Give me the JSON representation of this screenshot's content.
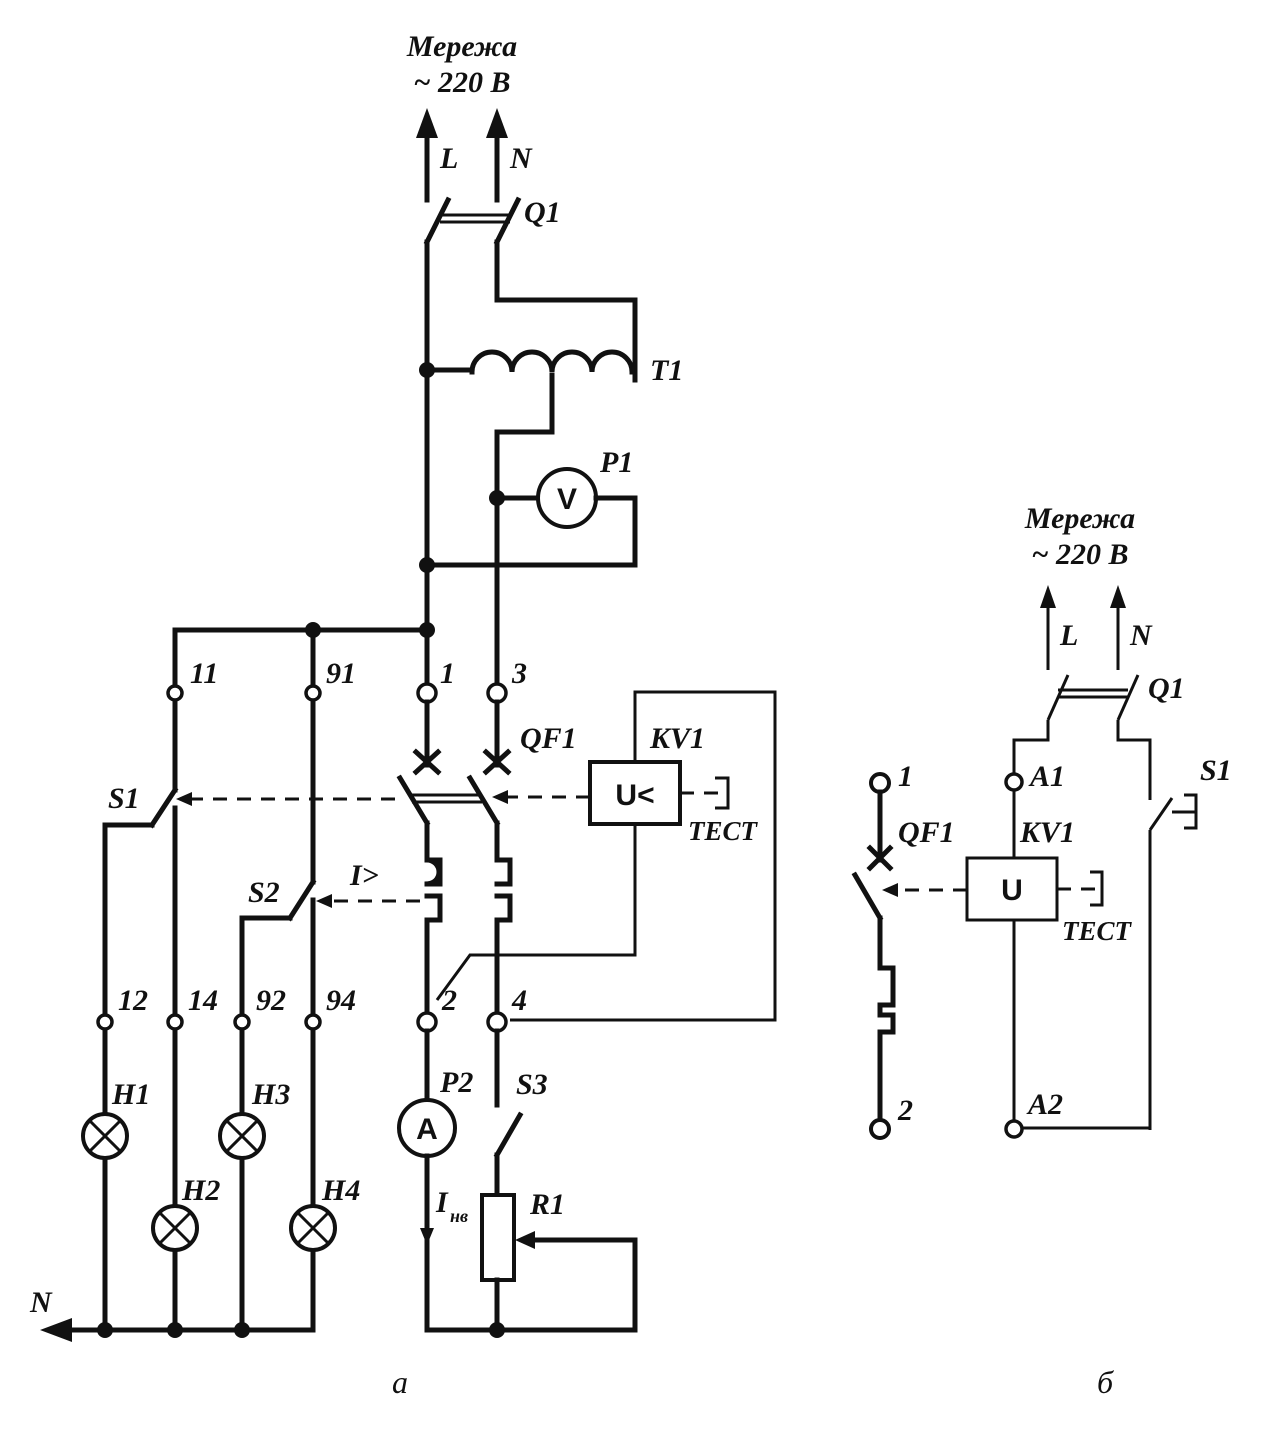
{
  "diagram_a": {
    "network_label_1": "Мережа",
    "network_label_2": "~ 220 В",
    "line_L": "L",
    "line_N": "N",
    "switch_q1": "Q1",
    "transformer_t1": "T1",
    "voltmeter_p1": "P1",
    "voltmeter_symbol": "V",
    "breaker_qf1": "QF1",
    "relay_kv1": "KV1",
    "relay_symbol": "U<",
    "test_label": "ТЕСТ",
    "aux_contact_s1": "S1",
    "aux_contact_s2": "S2",
    "overcurrent": "I>",
    "terminal_1": "1",
    "terminal_2": "2",
    "terminal_3": "3",
    "terminal_4": "4",
    "terminal_11": "11",
    "terminal_12": "12",
    "terminal_14": "14",
    "terminal_91": "91",
    "terminal_92": "92",
    "terminal_94": "94",
    "lamp_h1": "H1",
    "lamp_h2": "H2",
    "lamp_h3": "H3",
    "lamp_h4": "H4",
    "ammeter_p2": "P2",
    "ammeter_symbol": "A",
    "switch_s3": "S3",
    "resistor_r1": "R1",
    "current_i": "I",
    "current_sub": "нв",
    "neutral_n": "N",
    "caption": "а"
  },
  "diagram_b": {
    "network_label_1": "Мережа",
    "network_label_2": "~ 220 В",
    "line_L": "L",
    "line_N": "N",
    "switch_q1": "Q1",
    "switch_s1": "S1",
    "terminal_a1": "A1",
    "terminal_a2": "A2",
    "relay_kv1": "KV1",
    "relay_symbol": "U",
    "test_label": "ТЕСТ",
    "breaker_qf1": "QF1",
    "terminal_1": "1",
    "terminal_2": "2",
    "caption": "б"
  }
}
